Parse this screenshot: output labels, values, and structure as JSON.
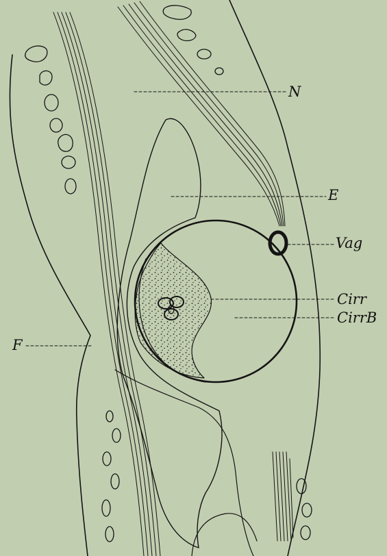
{
  "figure": {
    "background_color": "#c2ceb0",
    "ink_color": "#141414",
    "labels": {
      "N": "N",
      "E": "E",
      "Vag": "Vag",
      "Cirr": "Cirr",
      "CirrB": "CirrB",
      "F": "F"
    }
  }
}
